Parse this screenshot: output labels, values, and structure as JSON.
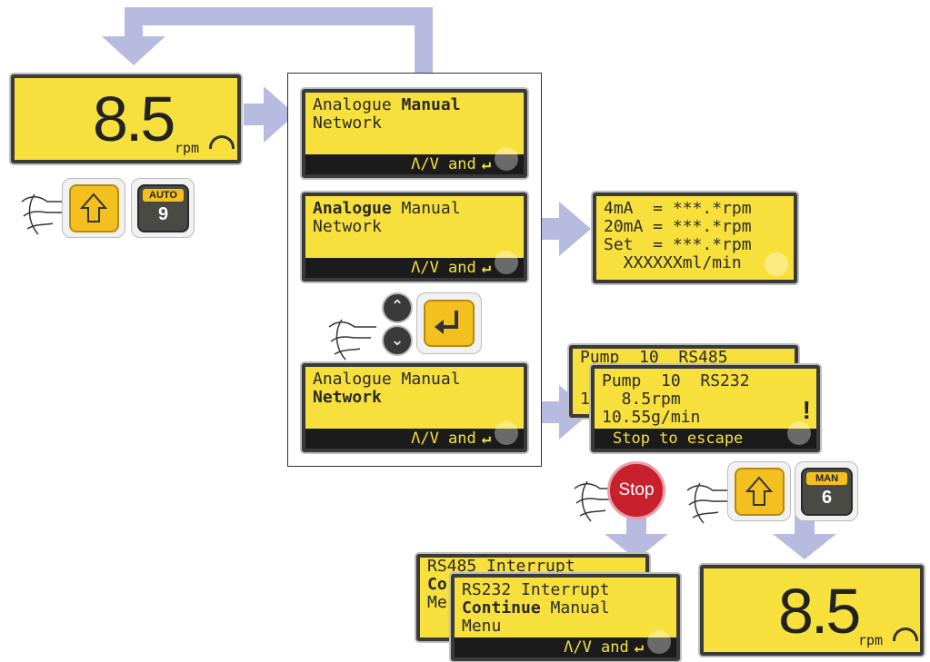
{
  "colors": {
    "arrow": "#b7bbe0",
    "lcd": "#f7e03c",
    "lcd_border": "#3a3a3a",
    "key_yellow": "#f3c020",
    "key_dark": "#4a4a45",
    "stop_red": "#c8202c"
  },
  "display_top": {
    "value": "8.5",
    "unit": "rpm"
  },
  "display_bottom": {
    "value": "8.5",
    "unit": "rpm"
  },
  "menu_manual": {
    "line1_a": "Analogue ",
    "line1_b": "Manual",
    "line2": "Network",
    "bar": "Λ/V and"
  },
  "menu_analogue": {
    "line1_a": "Analogue",
    "line1_b": " Manual",
    "line2": "Network",
    "bar": "Λ/V and"
  },
  "menu_network": {
    "line1": "Analogue Manual",
    "line2": "Network",
    "bar": "Λ/V and"
  },
  "analogue_screen": {
    "lines": [
      "4mA  = ***.*rpm",
      "20mA = ***.*rpm",
      "Set  = ***.*rpm",
      "  XXXXXXml/min"
    ]
  },
  "network_back": {
    "line1": "Pump  10  RS485",
    "peek": "1"
  },
  "network_front": {
    "line1": "Pump  10  RS232",
    "line2": "  8.5rpm",
    "line3": "10.55g/min",
    "bar": "Stop to escape",
    "alert": "!"
  },
  "interrupt_back": {
    "line1": "RS485 Interrupt",
    "line2": "Co",
    "line3": "Me"
  },
  "interrupt_front": {
    "line1": "RS232 Interrupt",
    "line2_a": "Continue",
    "line2_b": " Manual",
    "line3": "Menu",
    "bar": "Λ/V and"
  },
  "keys": {
    "up_icon": "up-arrow-icon",
    "auto_label": "AUTO",
    "auto_num": "9",
    "man_label": "MAN",
    "man_num": "6",
    "stop_label": "Stop",
    "enter_icon": "enter-icon",
    "up_down_icon": "up-down-icons"
  }
}
